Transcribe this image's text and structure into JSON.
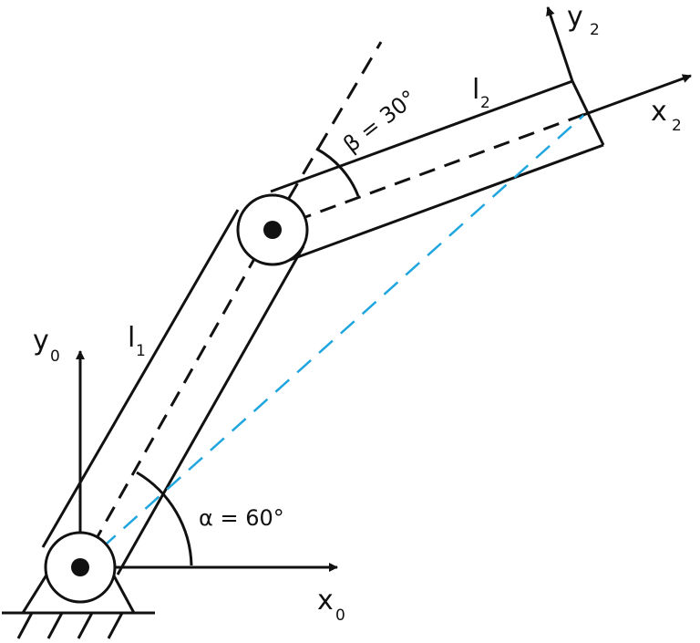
{
  "diagram": {
    "axes": {
      "base": {
        "x": "x",
        "x_sub": "0",
        "y": "y",
        "y_sub": "0"
      },
      "end": {
        "x": "x",
        "x_sub": "2",
        "y": "y",
        "y_sub": "2"
      }
    },
    "links": [
      {
        "name": "l",
        "sub": "1"
      },
      {
        "name": "l",
        "sub": "2"
      }
    ],
    "angles": {
      "alpha": {
        "label": "α = 60°"
      },
      "beta": {
        "label": "β = 30°"
      }
    },
    "colors": {
      "stroke": "#111111",
      "reach_line": "#1fa6df",
      "background": "#ffffff"
    }
  }
}
